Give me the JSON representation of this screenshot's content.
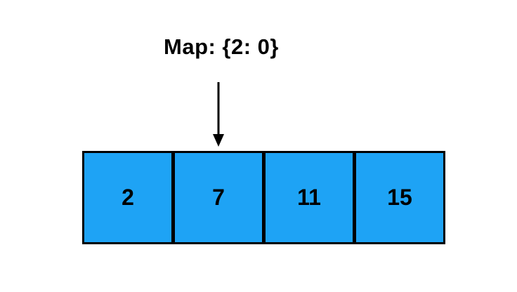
{
  "diagram": {
    "title": "Map: {2: 0}",
    "array": {
      "cells": [
        "2",
        "7",
        "11",
        "15"
      ],
      "cell_count": 4
    },
    "arrow": {
      "direction": "down",
      "points_to_cell_index": 1,
      "points_to_cell_value": "7"
    },
    "colors": {
      "background": "#FFFFFF",
      "cell_fill": "#1EA3F5",
      "border": "#000000",
      "text": "#000000",
      "arrow": "#000000"
    }
  }
}
